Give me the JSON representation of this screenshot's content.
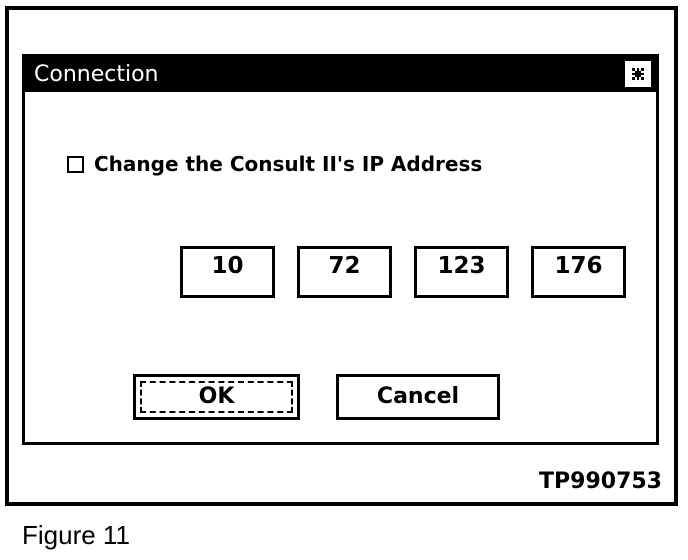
{
  "figure": {
    "caption": "Figure 11",
    "drawing_code": "TP990753"
  },
  "dialog": {
    "title": "Connection",
    "close_button": {
      "icon": "close-icon",
      "label": "Close"
    },
    "checkbox": {
      "label": "Change the Consult II's IP Address",
      "checked": false
    },
    "ip_address": {
      "octets": [
        {
          "value": "10"
        },
        {
          "value": "72"
        },
        {
          "value": "123"
        },
        {
          "value": "176"
        }
      ],
      "joined": "10.72.123.176"
    },
    "buttons": {
      "ok_label": "OK",
      "cancel_label": "Cancel",
      "default_button": "OK"
    }
  },
  "colors": {
    "ink": "#000000",
    "paper": "#ffffff",
    "titlebar_bg": "#000000",
    "titlebar_fg": "#ffffff"
  }
}
